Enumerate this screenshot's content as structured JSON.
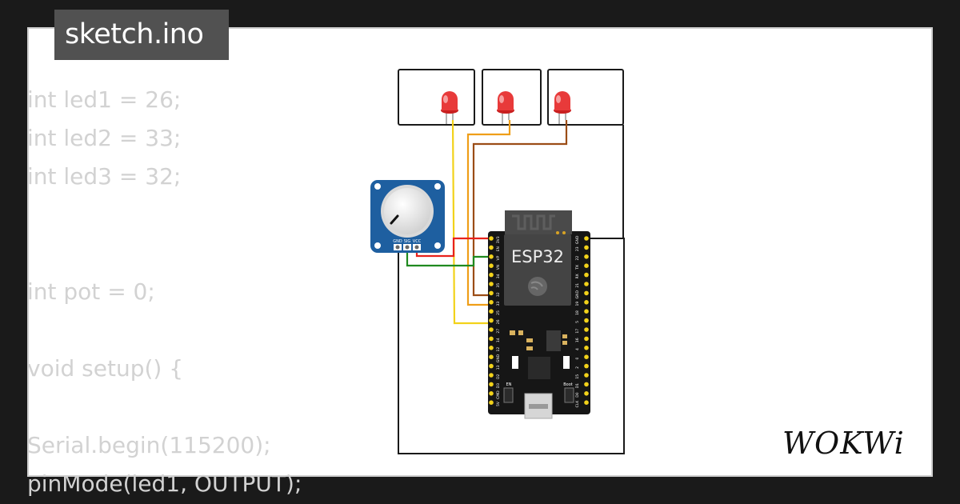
{
  "file_tab": {
    "filename": "sketch.ino"
  },
  "code_lines": [
    "int led1 = 26;",
    "int led2 = 33;",
    "int led3 = 32;",
    "",
    "",
    "int pot = 0;",
    "",
    "void setup() {",
    "",
    "Serial.begin(115200);",
    "pinMode(led1, OUTPUT);"
  ],
  "board": {
    "label": "ESP32",
    "left_pins": [
      "3V3",
      "EN",
      "VP",
      "VN",
      "34",
      "35",
      "32",
      "33",
      "25",
      "26",
      "27",
      "14",
      "12",
      "GND",
      "13",
      "D2",
      "D3",
      "CMD",
      "5V"
    ],
    "right_pins": [
      "GND",
      "23",
      "22",
      "TX",
      "RX",
      "21",
      "GND",
      "19",
      "18",
      "5",
      "17",
      "16",
      "4",
      "0",
      "2",
      "15",
      "D1",
      "D0",
      "CLK"
    ],
    "button_labels": [
      "EN",
      "Boot"
    ]
  },
  "potentiometer": {
    "pin_labels": [
      "GND",
      "SIG",
      "VCC"
    ]
  },
  "brand": {
    "logo_text": "WOKWi"
  },
  "colors": {
    "background": "#1a1a1a",
    "tab_bg": "#515151",
    "code_text": "#d2d2d2",
    "wire_red": "#e8221b",
    "wire_green": "#1f8a1f",
    "wire_orange": "#ef9e18",
    "wire_yellow": "#f2d21a",
    "wire_brown": "#9b4d16",
    "board_black": "#161616",
    "pot_blue": "#1e5fa0",
    "led_red": "#e83a3a"
  }
}
